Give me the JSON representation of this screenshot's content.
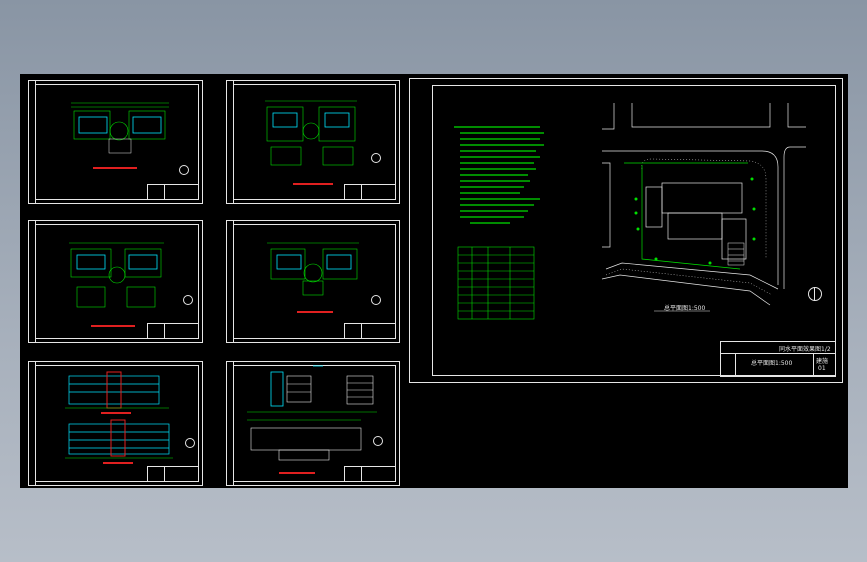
{
  "window": {
    "background": "#000000",
    "line_color": "#e6e6e6",
    "accent_green": "#00e000",
    "accent_cyan": "#00e5ff",
    "accent_red": "#e02020"
  },
  "site_plan": {
    "title_block_name": "同水平面效果图1/2",
    "drawing_title": "总平面图1:500",
    "scale_caption": "总平面图1:500",
    "sheet_code": "建施",
    "sheet_number": "01",
    "north_icon": "north-arrow-icon"
  },
  "sheets": [
    {
      "id": "plan-1",
      "icon": "floor-plan-icon"
    },
    {
      "id": "plan-2",
      "icon": "floor-plan-icon"
    },
    {
      "id": "plan-3",
      "icon": "floor-plan-icon"
    },
    {
      "id": "plan-4",
      "icon": "floor-plan-icon"
    },
    {
      "id": "elevation-1",
      "icon": "elevation-icon"
    },
    {
      "id": "section-1",
      "icon": "section-icon"
    }
  ]
}
